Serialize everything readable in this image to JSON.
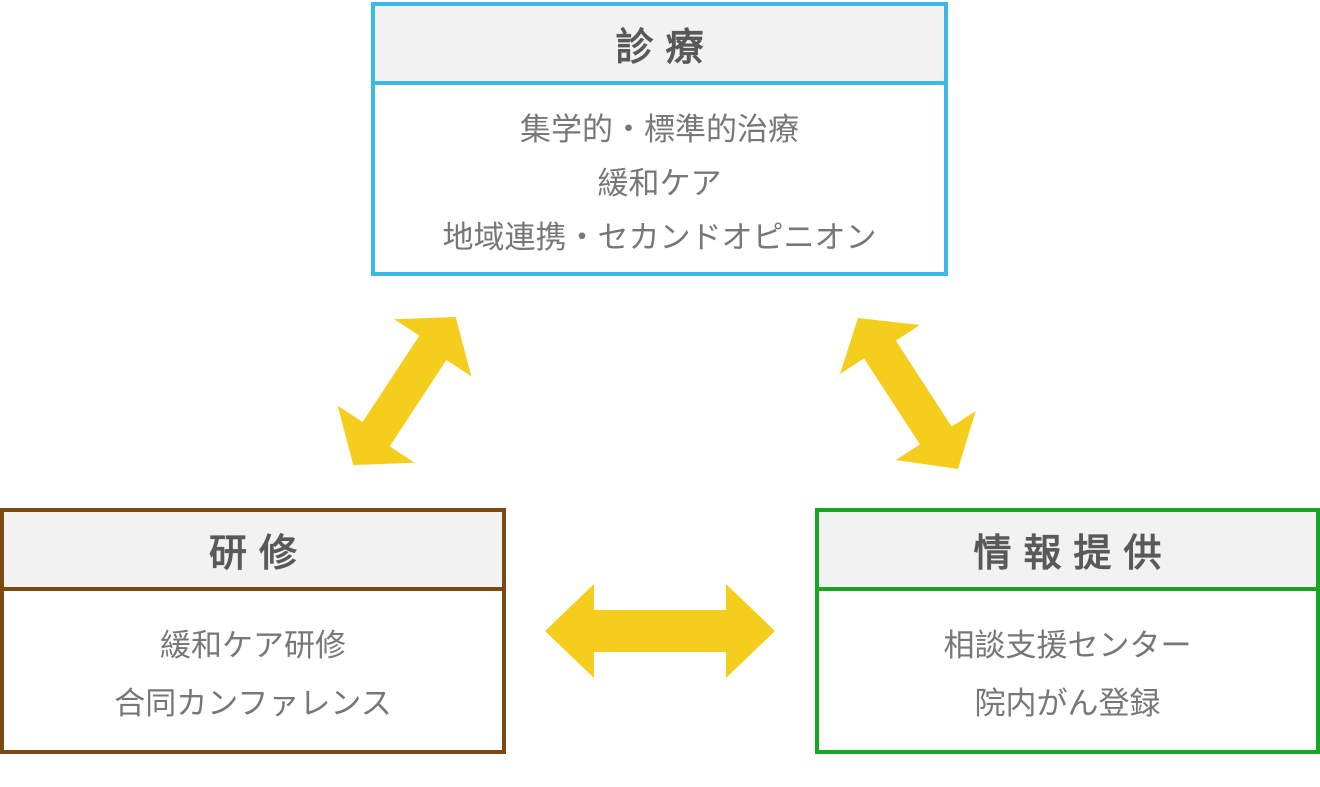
{
  "nodes": {
    "shinryo": {
      "title": "診療",
      "items": [
        "集学的・標準的治療",
        "緩和ケア",
        "地域連携・セカンドオピニオン"
      ],
      "color": "#3bb8e8"
    },
    "kenshu": {
      "title": "研修",
      "items": [
        "緩和ケア研修",
        "合同カンファレンス"
      ],
      "color": "#7a4a10"
    },
    "joho": {
      "title": "情報提供",
      "items": [
        "相談支援センター",
        "院内がん登録"
      ],
      "color": "#18a520"
    }
  },
  "arrows": {
    "color": "#f5cd1d",
    "links": [
      {
        "from": "kenshu",
        "to": "shinryo",
        "type": "bidirectional"
      },
      {
        "from": "shinryo",
        "to": "joho",
        "type": "bidirectional"
      },
      {
        "from": "kenshu",
        "to": "joho",
        "type": "bidirectional"
      }
    ]
  }
}
